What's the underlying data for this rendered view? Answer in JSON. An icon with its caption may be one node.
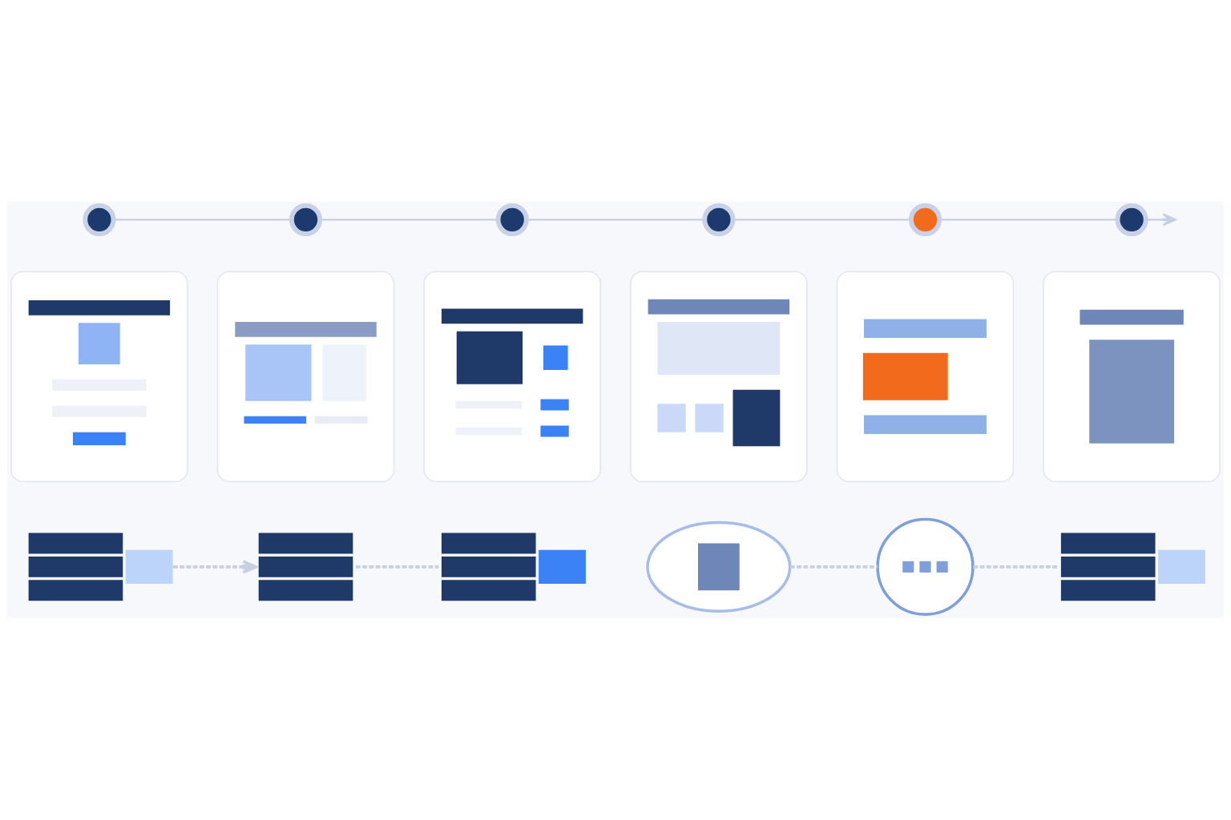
{
  "diagram": {
    "nodes": [
      {
        "text": [],
        "shape": "circle"
      },
      {
        "text": [],
        "shape": "circle"
      },
      {
        "text": [],
        "shape": "circle"
      },
      {
        "text": [],
        "shape": "circle"
      },
      {
        "text": [],
        "shape": "circle"
      },
      {
        "text": [],
        "shape": "circle"
      },
      {
        "text": [],
        "shape": "picture"
      },
      {
        "text": [],
        "shape": "picture"
      },
      {
        "text": [],
        "shape": "picture"
      },
      {
        "text": [],
        "shape": "picture"
      },
      {
        "text": [],
        "shape": "picture"
      },
      {
        "text": [],
        "shape": "picture"
      },
      {
        "text": [],
        "shape": "picture"
      },
      {
        "text": [],
        "shape": "picture"
      },
      {
        "text": [],
        "shape": "picture"
      },
      {
        "text": [],
        "shape": "cloud"
      },
      {
        "text": [],
        "shape": "picture"
      },
      {
        "text": [],
        "shape": "picture"
      }
    ],
    "edges": [
      {
        "from": 0,
        "to": 1,
        "arrow": "none"
      },
      {
        "from": 1,
        "to": 2,
        "arrow": "none"
      },
      {
        "from": 2,
        "to": 3,
        "arrow": "none"
      },
      {
        "from": 3,
        "to": 4,
        "arrow": "none"
      },
      {
        "from": 4,
        "to": 5,
        "arrow": "none"
      },
      {
        "from": 5,
        "to": null,
        "arrow": "to"
      },
      {
        "from": 12,
        "to": 13,
        "arrow": "to",
        "style": "dashed"
      },
      {
        "from": 13,
        "to": 14,
        "arrow": "none",
        "style": "dashed"
      },
      {
        "from": 15,
        "to": 16,
        "arrow": "none",
        "style": "dashed"
      },
      {
        "from": 16,
        "to": 17,
        "arrow": "none",
        "style": "dashed"
      }
    ]
  }
}
